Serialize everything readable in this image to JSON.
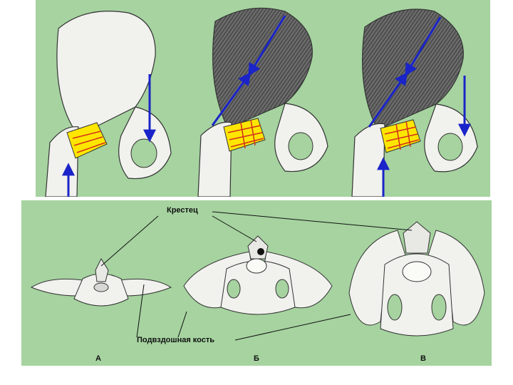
{
  "labels": {
    "sacrum": "Крестец",
    "ilium": "Подвздошная кость",
    "letter_a": "А",
    "letter_b": "Б",
    "letter_v": "В"
  },
  "colors": {
    "background": "#a6d3a0",
    "bone": "#f1f1ee",
    "muscle": "#555555",
    "ligament": "#ffe600",
    "ligament_lines": "#d0301c",
    "arrow": "#1a24c8"
  },
  "icons": [
    "hip-bone-illustration",
    "pelvis-illustration"
  ]
}
